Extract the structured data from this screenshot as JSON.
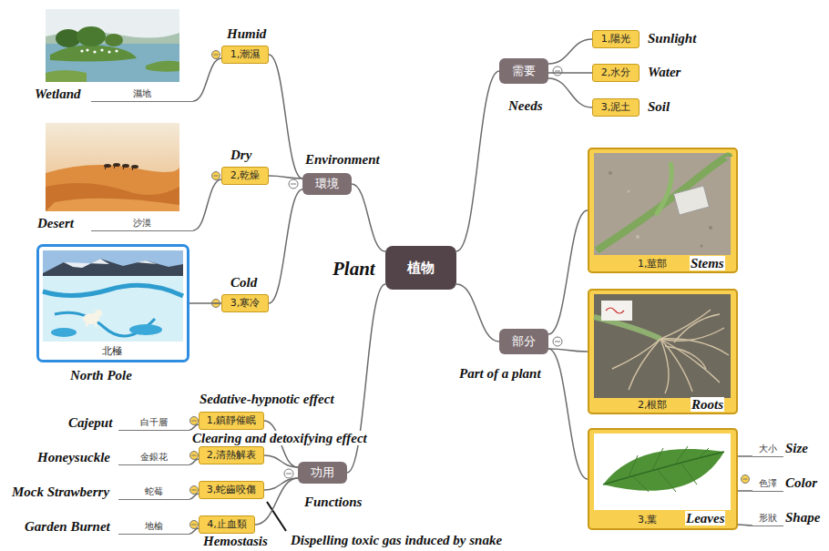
{
  "diagram": {
    "nodes": [
      {
        "text": [
          "植物",
          "Plant"
        ]
      },
      {
        "text": [
          "需要",
          "Needs"
        ]
      },
      {
        "text": [
          "1,陽光",
          "Sunlight"
        ]
      },
      {
        "text": [
          "2,水分",
          "Water"
        ]
      },
      {
        "text": [
          "3,泥土",
          "Soil"
        ]
      },
      {
        "text": [
          "部分",
          "Part of a plant"
        ]
      },
      {
        "text": [
          "1,莖部",
          "Stems"
        ]
      },
      {
        "text": [
          "2,根部",
          "Roots"
        ]
      },
      {
        "text": [
          "3,葉",
          "Leaves"
        ]
      },
      {
        "text": [
          "大小",
          "Size"
        ]
      },
      {
        "text": [
          "色澤",
          "Color"
        ]
      },
      {
        "text": [
          "形狀",
          "Shape"
        ]
      },
      {
        "text": [
          "環境",
          "Environment"
        ]
      },
      {
        "text": [
          "1,潮濕",
          "Humid"
        ]
      },
      {
        "text": [
          "濕地",
          "Wetland"
        ]
      },
      {
        "text": [
          "2,乾燥",
          "Dry"
        ]
      },
      {
        "text": [
          "沙漠",
          "Desert"
        ]
      },
      {
        "text": [
          "3,寒冷",
          "Cold"
        ]
      },
      {
        "text": [
          "北極",
          "North Pole"
        ]
      },
      {
        "text": [
          "功用",
          "Functions"
        ]
      },
      {
        "text": [
          "1,鎮靜催眠",
          "Sedative-hypnotic effect"
        ]
      },
      {
        "text": [
          "白千層",
          "Cajeput"
        ]
      },
      {
        "text": [
          "2,清熱解表",
          "Clearing and detoxifying effect"
        ]
      },
      {
        "text": [
          "金銀花",
          "Honeysuckle"
        ]
      },
      {
        "text": [
          "3,蛇齒咬傷",
          "Dispelling toxic gas induced by snake"
        ]
      },
      {
        "text": [
          "蛇莓",
          "Mock Strawberry"
        ]
      },
      {
        "text": [
          "4,止血類",
          "Hemostasis"
        ]
      },
      {
        "text": [
          "地榆",
          "Garden Burnet"
        ]
      }
    ],
    "edges": [
      {
        "from": 0,
        "to": 1,
        "arrow": "none"
      },
      {
        "from": 1,
        "to": 2,
        "arrow": "none"
      },
      {
        "from": 1,
        "to": 3,
        "arrow": "none"
      },
      {
        "from": 1,
        "to": 4,
        "arrow": "none"
      },
      {
        "from": 0,
        "to": 5,
        "arrow": "none"
      },
      {
        "from": 5,
        "to": 6,
        "arrow": "none"
      },
      {
        "from": 5,
        "to": 7,
        "arrow": "none"
      },
      {
        "from": 5,
        "to": 8,
        "arrow": "none"
      },
      {
        "from": 8,
        "to": 9,
        "arrow": "none"
      },
      {
        "from": 8,
        "to": 10,
        "arrow": "none"
      },
      {
        "from": 8,
        "to": 11,
        "arrow": "none"
      },
      {
        "from": 0,
        "to": 12,
        "arrow": "none"
      },
      {
        "from": 12,
        "to": 13,
        "arrow": "none"
      },
      {
        "from": 13,
        "to": 14,
        "arrow": "none"
      },
      {
        "from": 12,
        "to": 15,
        "arrow": "none"
      },
      {
        "from": 15,
        "to": 16,
        "arrow": "none"
      },
      {
        "from": 12,
        "to": 17,
        "arrow": "none"
      },
      {
        "from": 17,
        "to": 18,
        "arrow": "none"
      },
      {
        "from": 0,
        "to": 19,
        "arrow": "none"
      },
      {
        "from": 19,
        "to": 20,
        "arrow": "none"
      },
      {
        "from": 20,
        "to": 21,
        "arrow": "none"
      },
      {
        "from": 19,
        "to": 22,
        "arrow": "none"
      },
      {
        "from": 22,
        "to": 23,
        "arrow": "none"
      },
      {
        "from": 19,
        "to": 24,
        "arrow": "none"
      },
      {
        "from": 24,
        "to": 25,
        "arrow": "none"
      },
      {
        "from": 19,
        "to": 26,
        "arrow": "none"
      },
      {
        "from": 26,
        "to": 27,
        "arrow": "none"
      }
    ]
  }
}
